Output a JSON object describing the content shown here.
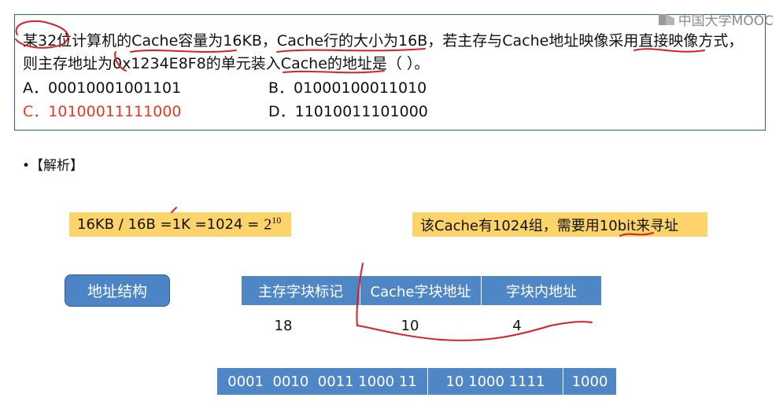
{
  "logo": {
    "text": "中国大学MOOC"
  },
  "question": {
    "line1": "某32位计算机的Cache容量为16KB，Cache行的大小为16B，若主存与Cache地址映像采用直接映像方式，",
    "line2": "则主存地址为0x1234E8F8的单元装入Cache的地址是（    ）。",
    "options": {
      "a": "A．00010001001101",
      "b": "B．01000100011010",
      "c": "C．10100011111000",
      "d": "D．11010011101000"
    }
  },
  "analysis": {
    "label": "•【解析】"
  },
  "calc": {
    "left_text": "16KB / 16B =1K =1024 =",
    "power_base": "2",
    "power_exp": "10",
    "right_text": "该Cache有1024组，需要用10bit来寻址"
  },
  "address_structure": {
    "button_label": "地址结构",
    "headers": [
      "主存字块标记",
      "Cache字块地址",
      "字块内地址"
    ],
    "widths": [
      "18",
      "10",
      "4"
    ],
    "binary": [
      "0001  0010  0011 1000 11",
      "10 1000 1111",
      "1000"
    ]
  },
  "colors": {
    "accent_blue": "#4f86c6",
    "answer_red": "#e23a22",
    "highlight_yellow": "#fcd46a",
    "pen_red": "#d8202a"
  }
}
